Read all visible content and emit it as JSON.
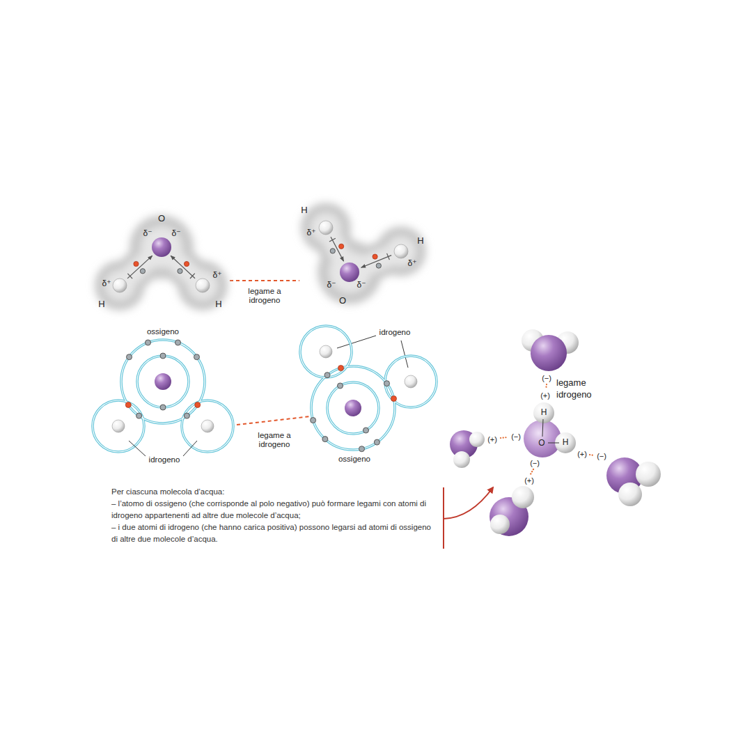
{
  "diagram": {
    "nodes": [
      {
        "text": [
          "O",
          "δ⁻",
          "δ⁻",
          "δ⁺",
          "H",
          "δ⁺",
          "H"
        ]
      },
      {
        "text": [
          "H",
          "δ⁺",
          "H",
          "δ⁺",
          "δ⁻",
          "δ⁻",
          "O"
        ]
      }
    ],
    "edges": [
      {
        "from": 0,
        "to": 1,
        "arrow": "none",
        "label": "legame a idrogeno"
      }
    ],
    "labels": [
      "ossigeno",
      "legame a idrogeno",
      "idrogeno",
      "idrogeno",
      "ossigeno",
      "legame idrogeno",
      "(−)",
      "(+)",
      "H",
      "(+)",
      "(−)",
      "O",
      "H",
      "(+)",
      "(−)",
      "(−)",
      "(+)",
      "Per ciascuna molecola d’acqua:",
      "– l’atomo di ossigeno (che corrisponde al polo negativo) può formare legami con atomi di idrogeno appartenenti ad altre due molecole d’acqua;",
      "– i due atomi di idrogeno (che hanno carica positiva) possono legarsi ad atomi di ossigeno di altre due molecole d’acqua."
    ]
  }
}
